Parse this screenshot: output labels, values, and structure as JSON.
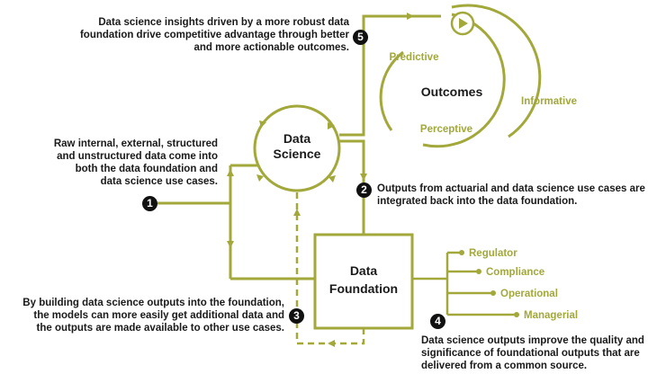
{
  "colors": {
    "accent": "#a2a83a",
    "text": "#1a1a1a",
    "badge": "#111111"
  },
  "nodes": {
    "data_science": [
      "Data",
      "Science"
    ],
    "data_foundation": [
      "Data",
      "Foundation"
    ],
    "outcomes": "Outcomes"
  },
  "outcome_types": {
    "predictive": "Predictive",
    "informative": "Informative",
    "perceptive": "Perceptive"
  },
  "outputs": [
    "Regulator",
    "Compliance",
    "Operational",
    "Managerial"
  ],
  "steps": [
    {
      "number": "1",
      "text": [
        "Raw internal, external, structured",
        "and unstructured data come into",
        "both the data foundation and",
        "data science use cases."
      ]
    },
    {
      "number": "2",
      "text": [
        "Outputs from actuarial and data science use cases are",
        "integrated back into the data foundation."
      ]
    },
    {
      "number": "3",
      "text": [
        "By building data science outputs into the foundation,",
        "the models can more easily get additional data and",
        "the outputs are made available to other use cases."
      ]
    },
    {
      "number": "4",
      "text": [
        "Data science outputs improve the quality and",
        "significance of foundational outputs that are",
        "delivered from a common source."
      ]
    },
    {
      "number": "5",
      "text": [
        "Data science insights driven by a more robust data",
        "foundation drive competitive advantage through better",
        "and more actionable outcomes."
      ]
    }
  ]
}
